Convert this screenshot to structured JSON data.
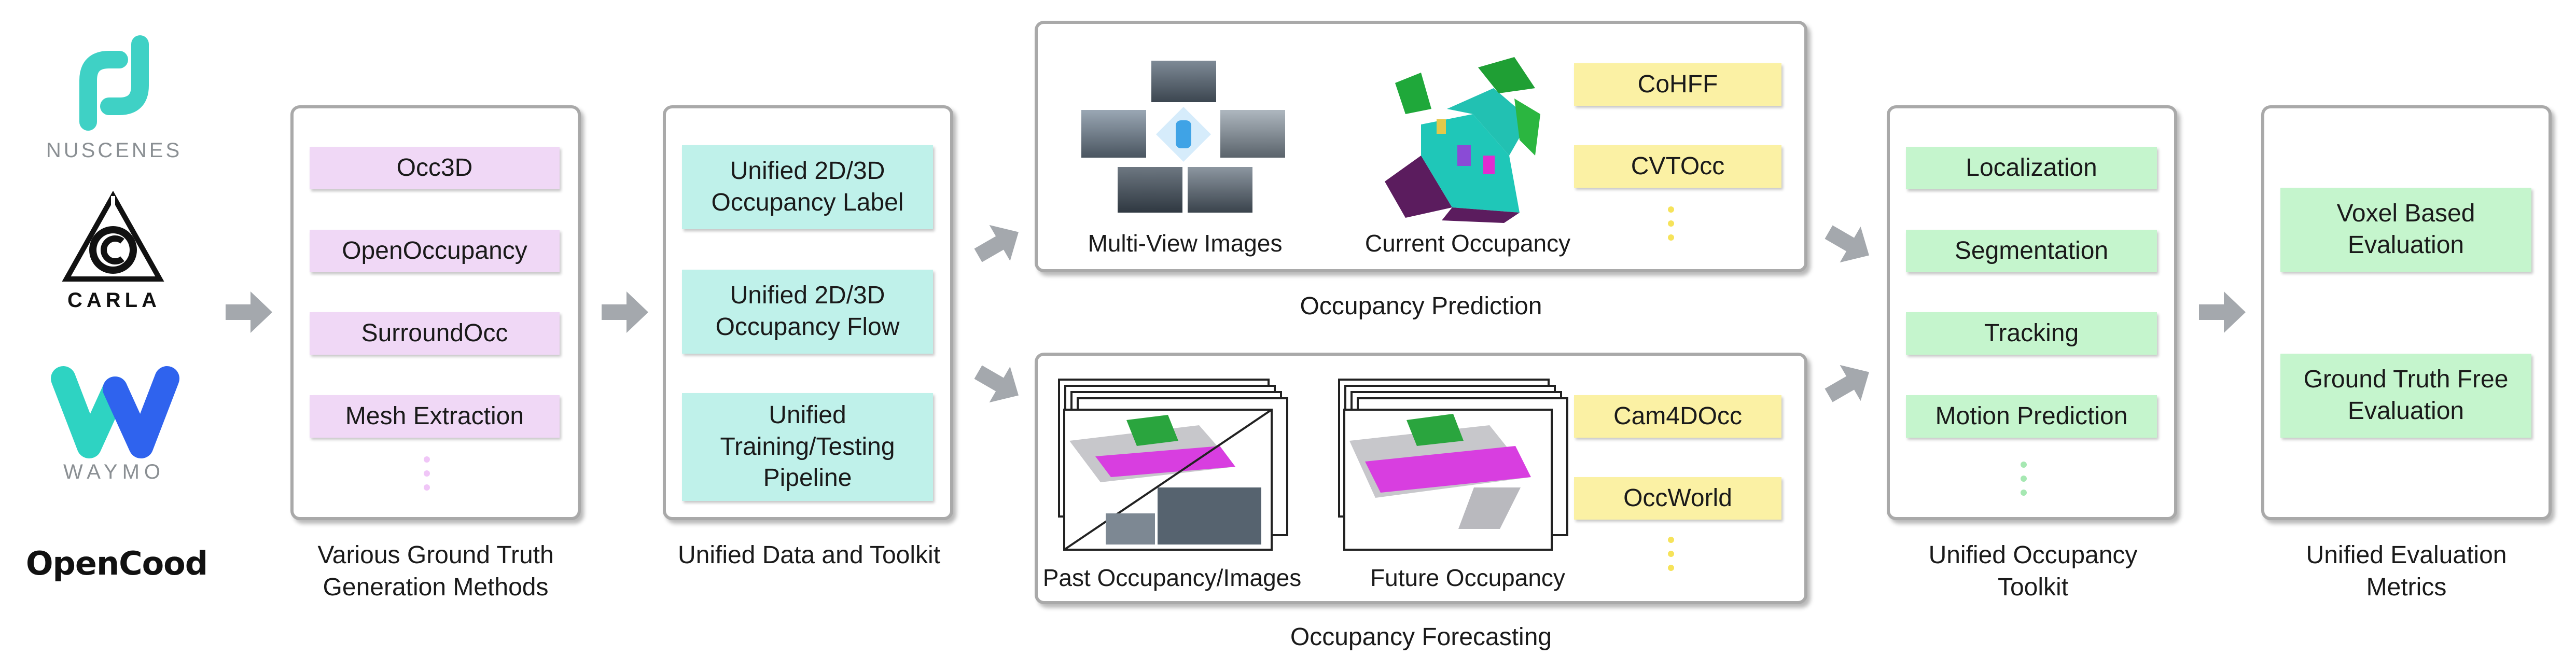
{
  "logos": {
    "nuscenes": "NUSCENES",
    "carla": "CARLA",
    "waymo": "WAYMO",
    "opencood": "OpenCood"
  },
  "ground_truth": {
    "items": [
      "Occ3D",
      "OpenOccupancy",
      "SurroundOcc",
      "Mesh Extraction"
    ],
    "caption_line1": "Various Ground Truth",
    "caption_line2": "Generation Methods"
  },
  "toolkit": {
    "items": [
      [
        "Unified 2D/3D",
        "Occupancy Label"
      ],
      [
        "Unified 2D/3D",
        "Occupancy Flow"
      ],
      [
        "Unified",
        "Training/Testing",
        "Pipeline"
      ]
    ],
    "caption": "Unified Data and Toolkit"
  },
  "prediction": {
    "input_label": "Multi-View Images",
    "output_label": "Current Occupancy",
    "methods": [
      "CoHFF",
      "CVTOcc"
    ],
    "caption": "Occupancy Prediction"
  },
  "forecasting": {
    "input_label": "Past Occupancy/Images",
    "output_label": "Future Occupancy",
    "methods": [
      "Cam4DOcc",
      "OccWorld"
    ],
    "caption": "Occupancy Forecasting"
  },
  "occupancy_toolkit": {
    "items": [
      "Localization",
      "Segmentation",
      "Tracking",
      "Motion Prediction"
    ],
    "caption_line1": "Unified Occupancy",
    "caption_line2": "Toolkit"
  },
  "evaluation": {
    "items": [
      [
        "Voxel Based",
        "Evaluation"
      ],
      [
        "Ground Truth Free",
        "Evaluation"
      ]
    ],
    "caption_line1": "Unified Evaluation",
    "caption_line2": "Metrics"
  },
  "colors": {
    "pink": "#f0d8f6",
    "teal": "#bff1ea",
    "green": "#c5f5cd",
    "yellow": "#fbf1a4",
    "panel_border": "#a9a9a9",
    "arrow": "#a4a8ad",
    "nuscenes_teal": "#3fd1c5",
    "waymo_teal": "#2ed3c2",
    "waymo_blue": "#2f63ee"
  }
}
